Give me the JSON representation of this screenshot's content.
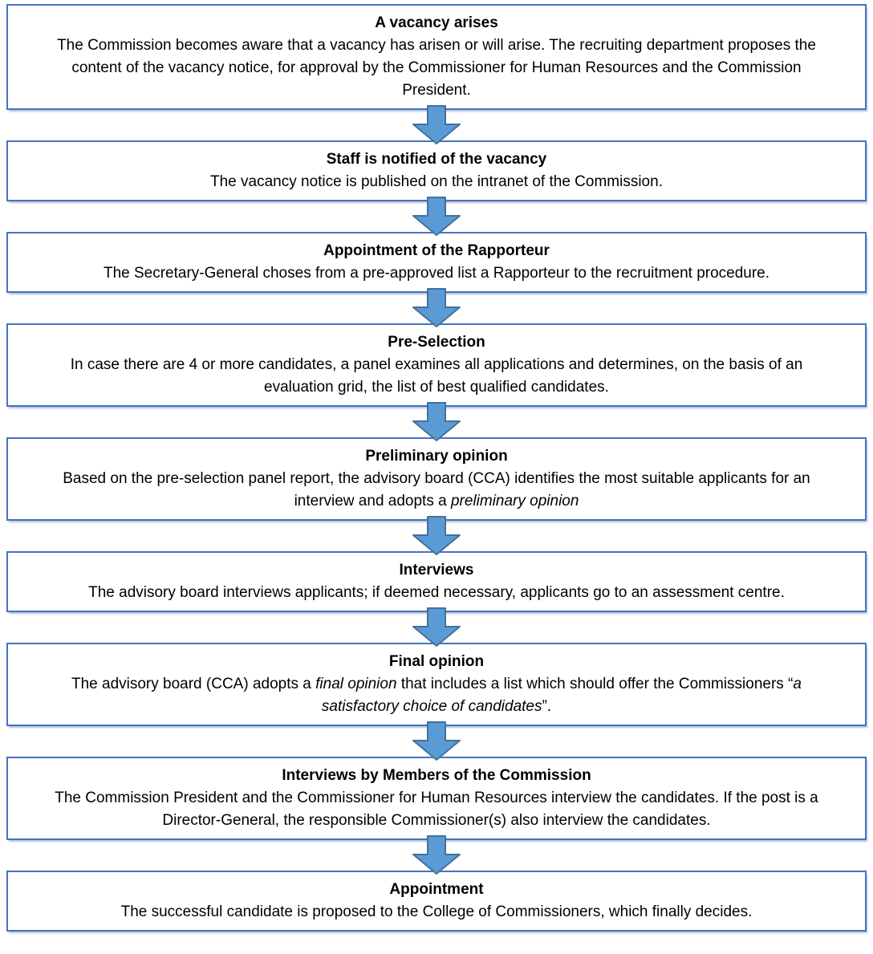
{
  "colors": {
    "box_border": "#4472C4",
    "arrow_fill": "#5B9BD5",
    "arrow_stroke": "#41719C",
    "text": "#000000",
    "background": "#ffffff"
  },
  "flowchart": {
    "steps": [
      {
        "title": "A vacancy arises",
        "body": [
          "The Commission becomes aware that a vacancy has arisen or will arise. The recruiting department proposes the content of the vacancy notice, for approval by the Commissioner for Human Resources and the Commission President."
        ]
      },
      {
        "title": "Staff is notified of the vacancy",
        "body": [
          "The vacancy notice is published on the intranet of the Commission."
        ]
      },
      {
        "title": "Appointment of the Rapporteur",
        "body": [
          "The Secretary-General choses from a pre-approved list a Rapporteur to the recruitment procedure."
        ]
      },
      {
        "title": "Pre-Selection",
        "body": [
          "In case there are 4 or more candidates, a panel examines all applications and determines, on the basis of an evaluation grid, the list of best qualified candidates."
        ]
      },
      {
        "title": "Preliminary opinion",
        "body": [
          "Based on the pre-selection panel report, the advisory board (CCA) identifies the most suitable applicants for an interview and adopts a ",
          "preliminary opinion"
        ]
      },
      {
        "title": "Interviews",
        "body": [
          "The advisory board interviews applicants; if deemed necessary, applicants go to an assessment centre."
        ]
      },
      {
        "title": "Final opinion",
        "body": [
          "The advisory board (CCA) adopts a ",
          "final opinion",
          " that includes a list which should offer the Commissioners “",
          "a satisfactory choice of candidates",
          "”."
        ]
      },
      {
        "title": "Interviews by Members of the Commission",
        "body": [
          "The Commission President and the Commissioner for Human Resources interview the candidates. If the post is a Director-General, the responsible Commissioner(s) also interview the candidates."
        ]
      },
      {
        "title": "Appointment",
        "body": [
          "The successful candidate is proposed to the College of Commissioners, which finally decides."
        ]
      }
    ]
  }
}
